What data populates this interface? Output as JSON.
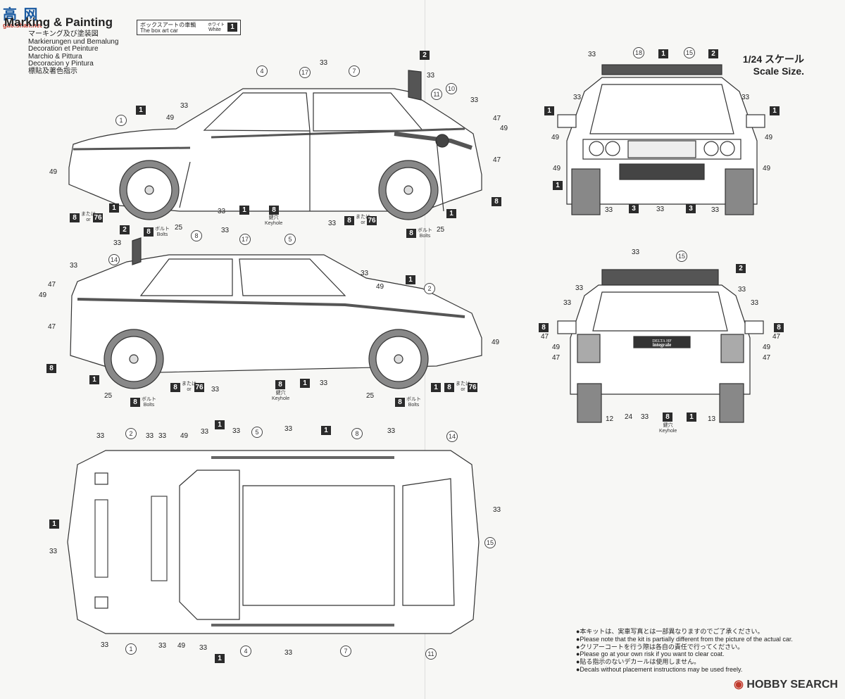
{
  "watermark": {
    "top": "高 网",
    "bottom": "gao.shan.net"
  },
  "header": {
    "title": "Marking & Painting",
    "languages": [
      "マーキング及び塗装図",
      "Markierungen und Bemalung",
      "Decoration et Peinture",
      "Marchio & Pittura",
      "Decoracion y Pintura",
      "標貼及著色指示"
    ]
  },
  "box_art": {
    "jp": "ボックスアートの車輌",
    "en": "The box art car",
    "color_jp": "ホワイト",
    "color_en": "White",
    "color_num": "1"
  },
  "scale": {
    "jp": "1/24 スケール",
    "en": "Scale Size."
  },
  "labels": {
    "bolts_jp": "ボルト",
    "bolts_en": "Bolts",
    "keyhole_jp": "鍵穴",
    "keyhole_en": "Keyhole",
    "or_jp": "または",
    "or_en": "or"
  },
  "plate": {
    "line1": "DELTA HF",
    "line2": "integrale"
  },
  "callouts": {
    "c1": "1",
    "c2": "2",
    "c3": "3",
    "c8": "8",
    "c4": "4",
    "c5": "5",
    "c7": "7",
    "c10": "10",
    "c11": "11",
    "c12": "12",
    "c13": "13",
    "c14": "14",
    "c15": "15",
    "c17": "17",
    "c18": "18",
    "c24": "24",
    "c25": "25",
    "c33": "33",
    "c47": "47",
    "c49": "49",
    "c76": "76",
    "c2b": "2"
  },
  "notes": [
    "●本キットは、実車写真とは一部異なりますのでご了承ください。",
    "●Please note that the kit is partially different from the picture of the actual car.",
    "●クリアーコートを行う際は各自の責任で行ってください。",
    "●Please go at your own risk if you want to clear coat.",
    "●貼る指示のないデカールは使用しません。",
    "●Decals without placement instructions may be used freely."
  ],
  "brand": "HOBBY SEARCH"
}
